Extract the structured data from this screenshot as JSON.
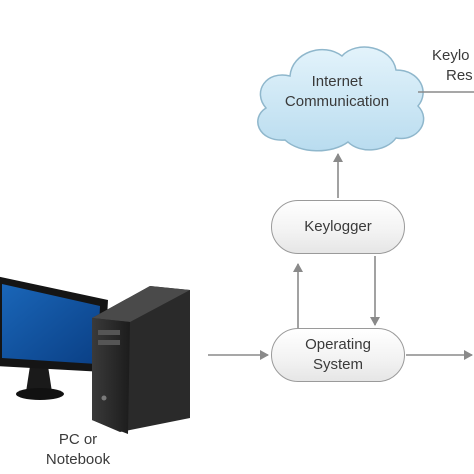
{
  "nodes": {
    "internet": {
      "line1": "Internet",
      "line2": "Communication"
    },
    "keylogger": {
      "label": "Keylogger"
    },
    "os": {
      "line1": "Operating",
      "line2": "System"
    },
    "pc": {
      "line1": "PC or",
      "line2": "Notebook"
    },
    "report": {
      "line1": "Keylo",
      "line2": "Res"
    }
  },
  "colors": {
    "cloud_fill": "#c9e6f5",
    "cloud_stroke": "#8fb7cc",
    "arrow": "#8a8a8a",
    "screen": "#0a4fa0"
  }
}
